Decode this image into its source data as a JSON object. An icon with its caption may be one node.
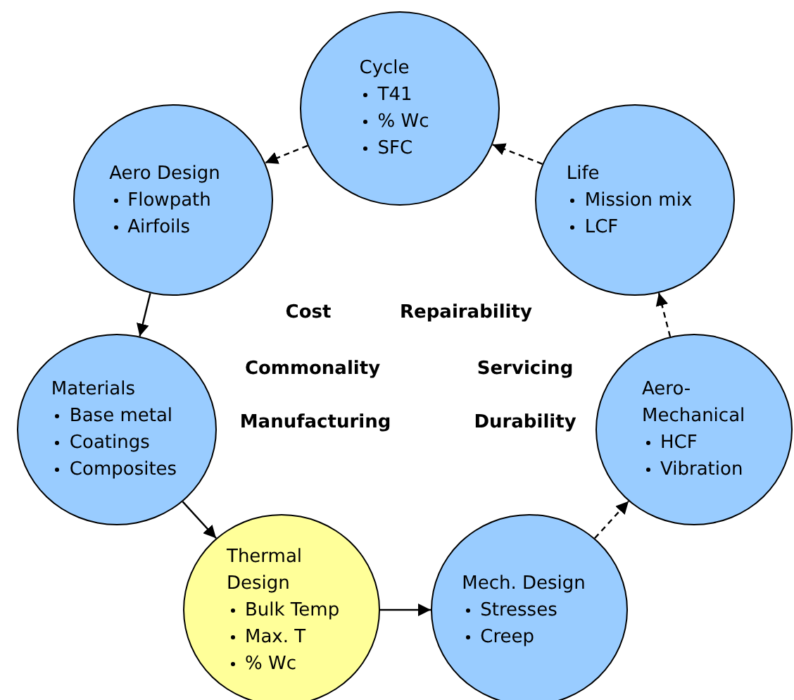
{
  "diagram": {
    "nodes": [
      {
        "text": [
          "Cycle",
          "T41",
          "% Wc",
          "SFC"
        ]
      },
      {
        "text": [
          "Aero Design",
          "Flowpath",
          "Airfoils"
        ]
      },
      {
        "text": [
          "Life",
          "Mission mix",
          "LCF"
        ]
      },
      {
        "text": [
          "Materials",
          "Base metal",
          "Coatings",
          "Composites"
        ]
      },
      {
        "text": [
          "Aero-Mechanical",
          "HCF",
          "Vibration"
        ]
      },
      {
        "text": [
          "Thermal Design",
          "Bulk Temp",
          "Max. T",
          "% Wc"
        ]
      },
      {
        "text": [
          "Mech. Design",
          "Stresses",
          "Creep"
        ]
      }
    ],
    "edges": [
      {
        "from": 0,
        "to": 1,
        "arrow": "to",
        "style": "dashed"
      },
      {
        "from": 1,
        "to": 3,
        "arrow": "to"
      },
      {
        "from": 3,
        "to": 5,
        "arrow": "to"
      },
      {
        "from": 5,
        "to": 6,
        "arrow": "to"
      },
      {
        "from": 6,
        "to": 4,
        "arrow": "to",
        "style": "dashed"
      },
      {
        "from": 4,
        "to": 2,
        "arrow": "to",
        "style": "dashed"
      },
      {
        "from": 2,
        "to": 0,
        "arrow": "to",
        "style": "dashed"
      }
    ],
    "labels": [
      "Cost",
      "Repairability",
      "Commonality",
      "Servicing",
      "Manufacturing",
      "Durability"
    ]
  }
}
